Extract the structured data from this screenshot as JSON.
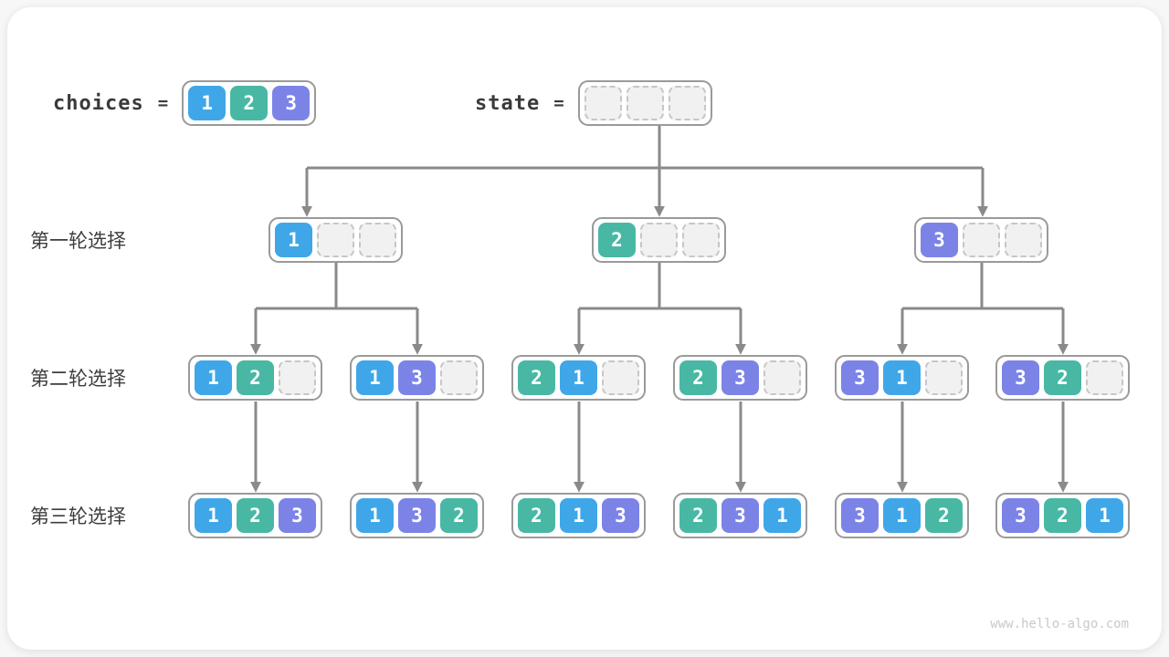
{
  "colors": {
    "c1": "#3fa7e8",
    "c2": "#48b8a5",
    "c3": "#7b84e6"
  },
  "header": {
    "choices_label": "choices",
    "state_label": "state",
    "equals": "=",
    "choices": [
      "1",
      "2",
      "3"
    ],
    "state": [
      "",
      "",
      ""
    ]
  },
  "rows": [
    {
      "label": "第一轮选择",
      "nodes": [
        [
          "1",
          "",
          ""
        ],
        [
          "2",
          "",
          ""
        ],
        [
          "3",
          "",
          ""
        ]
      ]
    },
    {
      "label": "第二轮选择",
      "nodes": [
        [
          "1",
          "2",
          ""
        ],
        [
          "1",
          "3",
          ""
        ],
        [
          "2",
          "1",
          ""
        ],
        [
          "2",
          "3",
          ""
        ],
        [
          "3",
          "1",
          ""
        ],
        [
          "3",
          "2",
          ""
        ]
      ]
    },
    {
      "label": "第三轮选择",
      "nodes": [
        [
          "1",
          "2",
          "3"
        ],
        [
          "1",
          "3",
          "2"
        ],
        [
          "2",
          "1",
          "3"
        ],
        [
          "2",
          "3",
          "1"
        ],
        [
          "3",
          "1",
          "2"
        ],
        [
          "3",
          "2",
          "1"
        ]
      ]
    }
  ],
  "watermark": "www.hello-algo.com"
}
